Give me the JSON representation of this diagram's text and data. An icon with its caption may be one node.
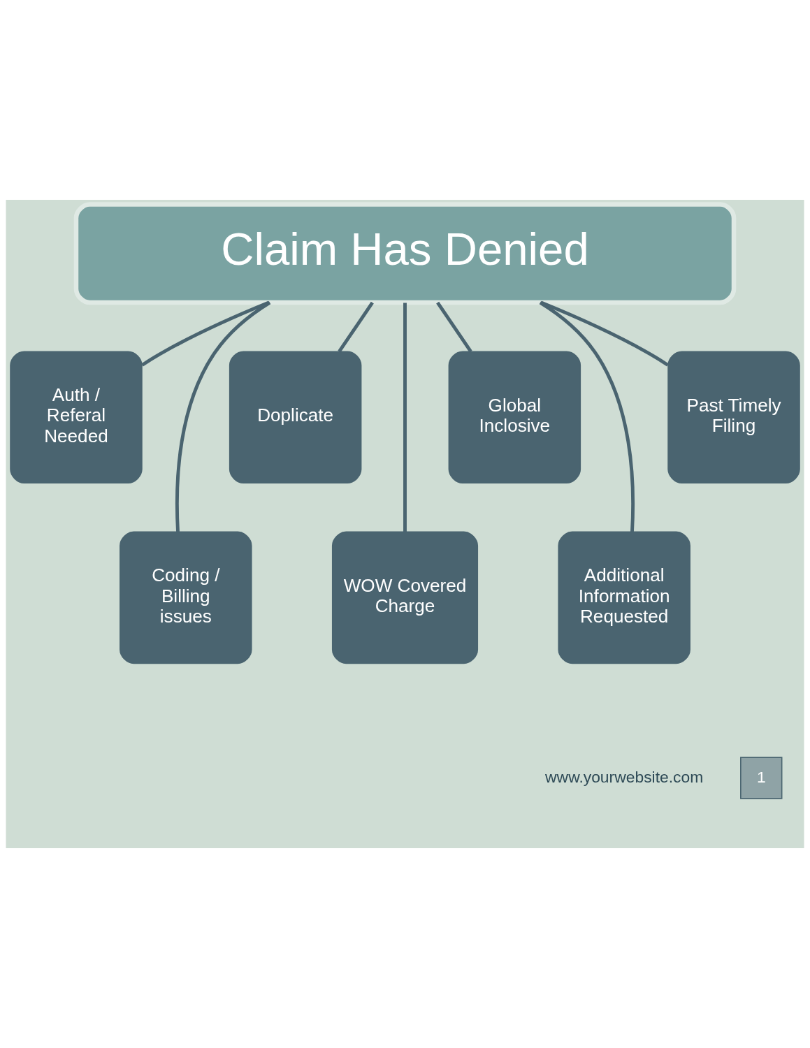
{
  "diagram": {
    "nodes": [
      {
        "text": [
          "Claim Has Denied"
        ]
      },
      {
        "text": [
          "Auth / Referal Needed"
        ]
      },
      {
        "text": [
          "Doplicate"
        ]
      },
      {
        "text": [
          "Global Inclosive"
        ]
      },
      {
        "text": [
          "Past Timely Filing"
        ]
      },
      {
        "text": [
          "Coding / Billing issues"
        ]
      },
      {
        "text": [
          "WOW Covered Charge"
        ]
      },
      {
        "text": [
          "Additional Information Requested"
        ]
      }
    ],
    "edges": [
      {
        "from": 0,
        "to": 1,
        "arrow": "none"
      },
      {
        "from": 0,
        "to": 5,
        "arrow": "none"
      },
      {
        "from": 0,
        "to": 2,
        "arrow": "none"
      },
      {
        "from": 0,
        "to": 6,
        "arrow": "none"
      },
      {
        "from": 0,
        "to": 3,
        "arrow": "none"
      },
      {
        "from": 0,
        "to": 7,
        "arrow": "none"
      },
      {
        "from": 0,
        "to": 4,
        "arrow": "none"
      }
    ],
    "labels": [
      "www.yourwebsite.com",
      "1"
    ]
  }
}
